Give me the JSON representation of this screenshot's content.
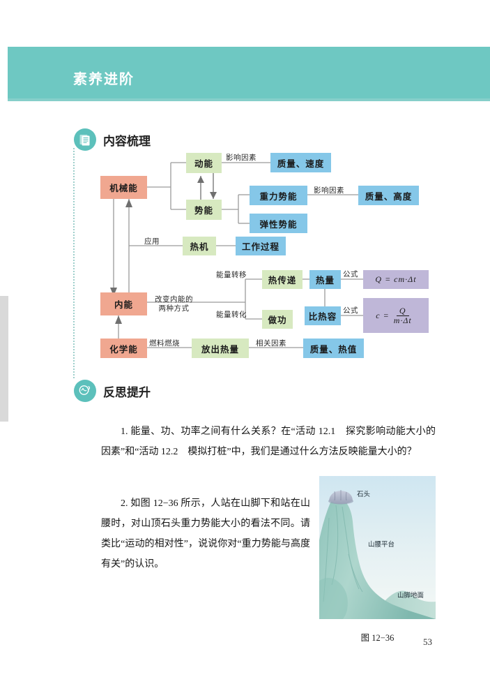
{
  "page": {
    "number": "53",
    "header_title": "素养进阶"
  },
  "sections": [
    {
      "id": "content-outline",
      "icon": "document-lines-icon",
      "label": "内容梳理"
    },
    {
      "id": "reflection",
      "icon": "thinking-head-icon",
      "label": "反思提升"
    }
  ],
  "diagram": {
    "nodes": {
      "mechanical_energy": "机械能",
      "kinetic_energy": "动能",
      "potential_energy": "势能",
      "mass_speed": "质量、速度",
      "gravitational_pe": "重力势能",
      "elastic_pe": "弹性势能",
      "mass_height": "质量、高度",
      "heat_engine": "热机",
      "working_process": "工作过程",
      "internal_energy": "内能",
      "heat_transfer": "热传递",
      "doing_work": "做功",
      "heat_quantity": "热量",
      "specific_heat": "比热容",
      "chemical_energy": "化学能",
      "release_heat": "放出热量",
      "mass_calorific": "质量、热值"
    },
    "edge_labels": {
      "influencing_factors_1": "影响因素",
      "influencing_factors_2": "影响因素",
      "application": "应用",
      "two_ways_line1": "改变内能的",
      "two_ways_line2": "两种方式",
      "energy_transfer": "能量转移",
      "energy_conversion": "能量转化",
      "formula_1": "公式",
      "formula_2": "公式",
      "fuel_burning": "燃料燃烧",
      "related_factors": "相关因素"
    },
    "formulas": {
      "heat_quantity_formula": "Q = cm·Δt",
      "specific_heat_formula": {
        "lhs": "c =",
        "numerator": "Q",
        "denominator": "m·Δt"
      }
    },
    "colors": {
      "red_node": "#f0a790",
      "green_node": "#d7e9c0",
      "blue_node": "#85c7e8",
      "blue_light_node": "#a8cfe9",
      "formula_node": "#bfb7d8",
      "connector": "#9a9a9a"
    }
  },
  "questions": [
    {
      "id": "q1",
      "text": "1. 能量、功、功率之间有什么关系？在“活动 12.1　探究影响动能大小的因素”和“活动 12.2　模拟打桩”中，我们是通过什么方法反映能量大小的？"
    },
    {
      "id": "q2",
      "text": "2. 如图 12−36 所示，人站在山脚下和站在山腰时，对山顶石头重力势能大小的看法不同。请类比“运动的相对性”，说说你对“重力势能与高度有关”的认识。"
    }
  ],
  "figure": {
    "caption": "图 12−36",
    "labels": {
      "stone": "石头",
      "mid_platform": "山腰平台",
      "foot_ground": "山脚地面"
    }
  },
  "theme": {
    "band_color": "#6ec8c2",
    "icon_circle_color": "#5cc0bb",
    "rail_color": "#9ecfcb"
  }
}
